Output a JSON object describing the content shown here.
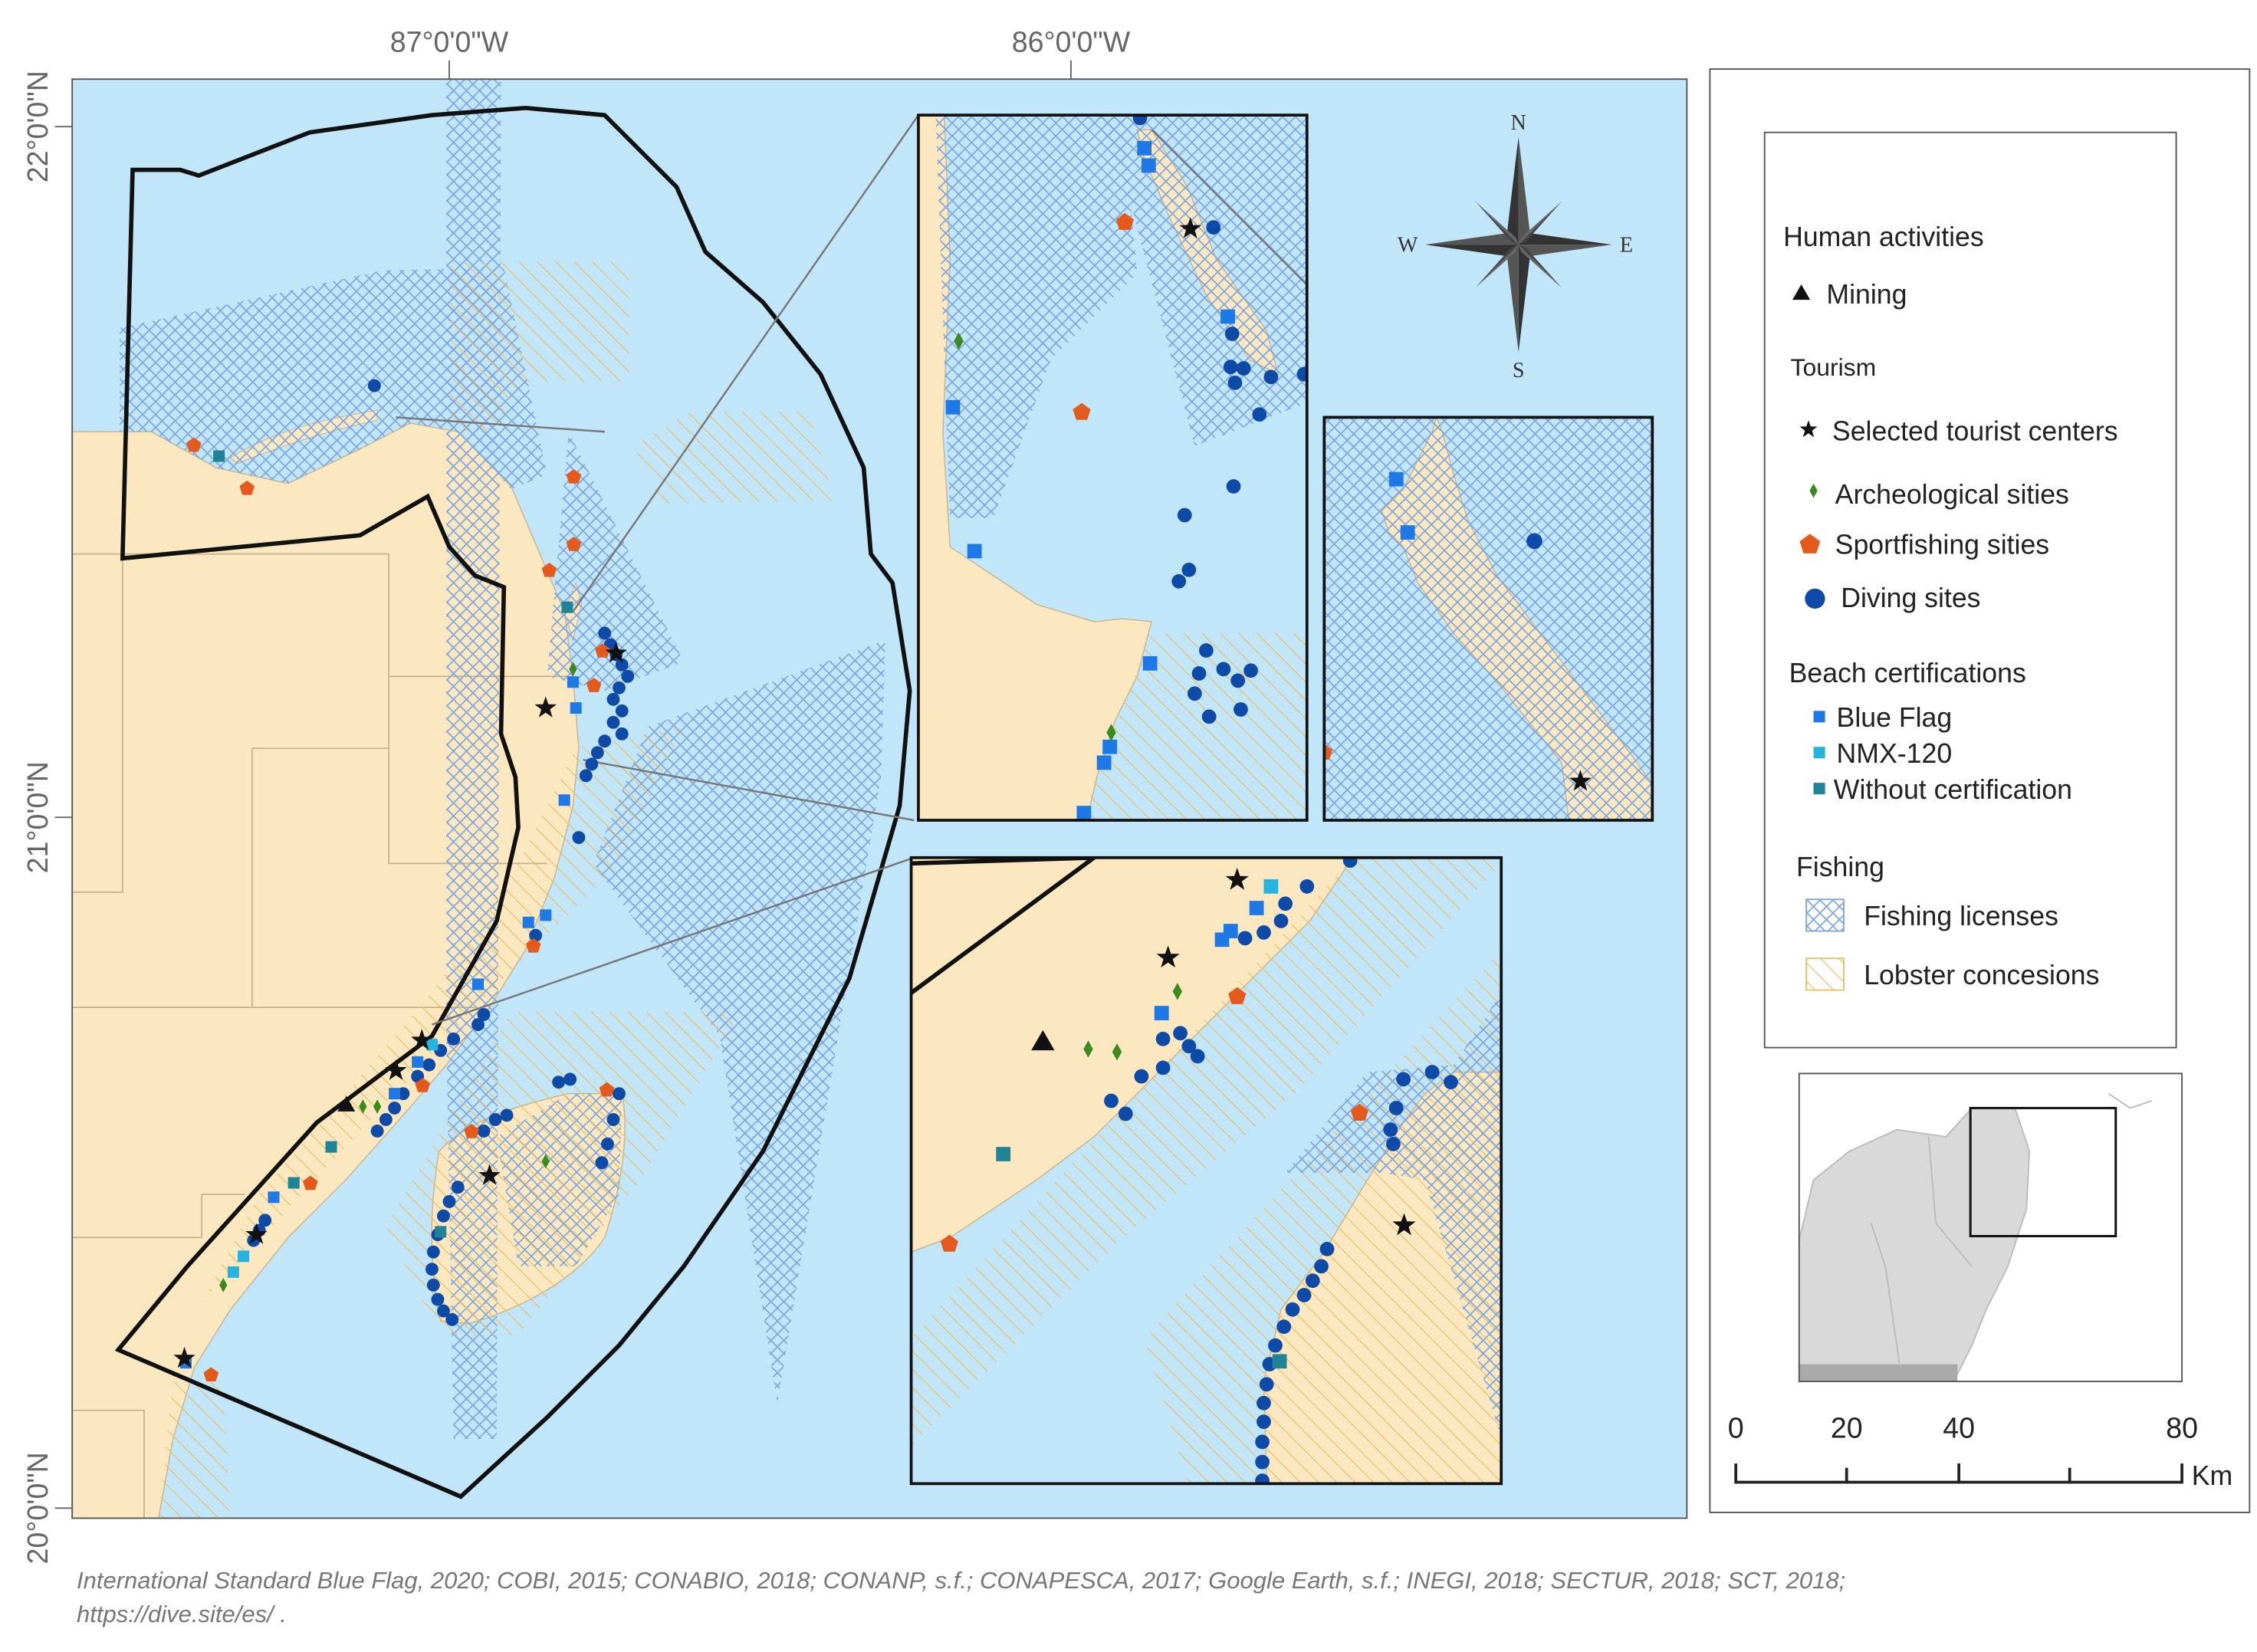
{
  "axes": {
    "lon_labels": [
      "87°0'0\"W",
      "86°0'0\"W"
    ],
    "lat_labels": [
      "22°0'0\"N",
      "21°0'0\"N",
      "20°0'0\"N"
    ]
  },
  "compass": {
    "n": "N",
    "s": "S",
    "e": "E",
    "w": "W"
  },
  "legend": {
    "human_activities": {
      "title": "Human activities",
      "items": [
        "Mining"
      ]
    },
    "tourism": {
      "title": "Tourism",
      "items": [
        "Selected tourist centers",
        "Archeological sities",
        "Sportfishing sities",
        "Diving sites"
      ]
    },
    "beach_certifications": {
      "title": "Beach certifications",
      "items": [
        "Blue Flag",
        "NMX-120",
        "Without certification"
      ]
    },
    "fishing": {
      "title": "Fishing",
      "items": [
        "Fishing licenses",
        "Lobster concesions"
      ]
    }
  },
  "scale_bar": {
    "ticks": [
      "0",
      "20",
      "40",
      "80"
    ],
    "unit": "Km"
  },
  "source_note": {
    "line1": "International Standard Blue Flag, 2020; COBI, 2015; CONABIO, 2018; CONANP, s.f.; CONAPESCA, 2017; Google Earth, s.f.; INEGI, 2018; SECTUR, 2018; SCT, 2018;",
    "line2": "https://dive.site/es/ ."
  },
  "colors": {
    "water": "#c2e6f9",
    "land": "#fce8c0",
    "blue_flag": "#1e78e6",
    "nmx120": "#26b3e0",
    "without_cert": "#1f8497",
    "diving": "#0e4aa8",
    "sportfishing": "#e45a1c",
    "archeological": "#3b8a1c",
    "fishing_hatch": "#7ea6dc",
    "lobster_hatch": "#e7c06a"
  }
}
